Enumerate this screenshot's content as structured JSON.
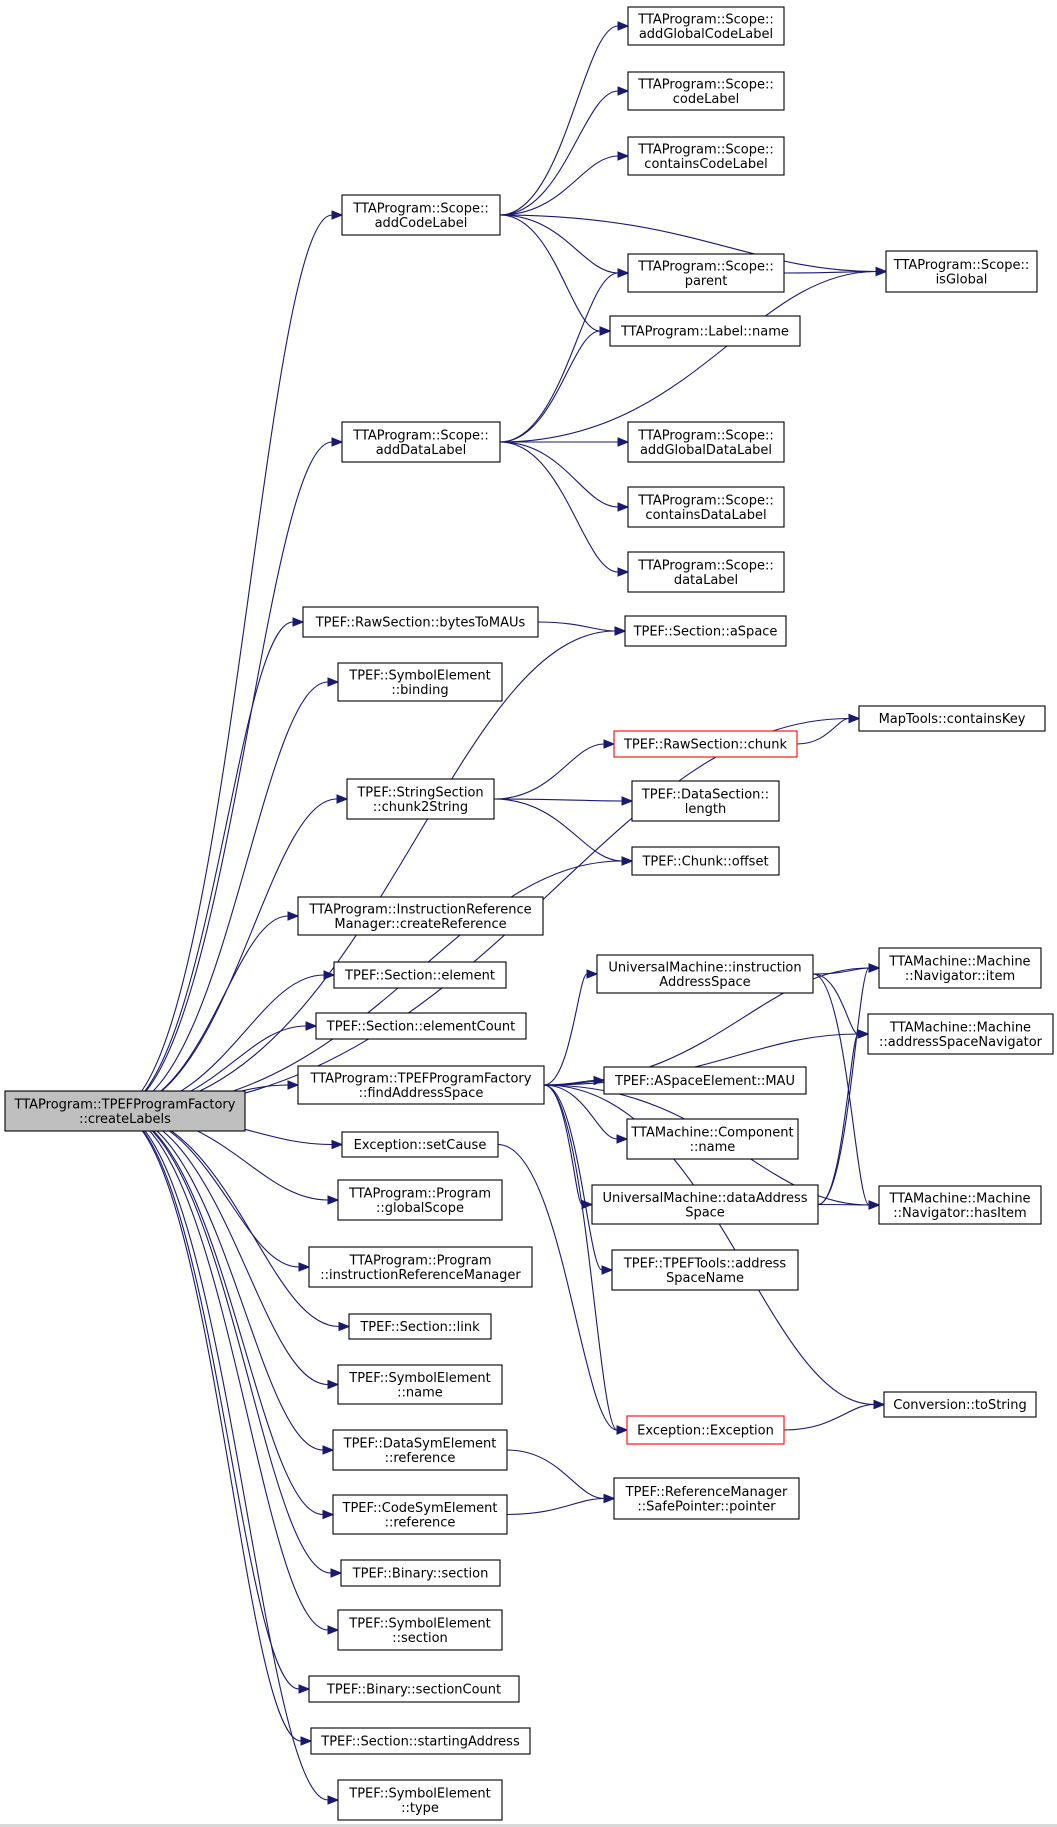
{
  "graph": {
    "title": "",
    "colors": {
      "edge": "#191970",
      "root_fill": "#bfbfbf",
      "node_border": "#000000",
      "highlight_border": "#ff0000"
    },
    "nodes": [
      {
        "id": "root",
        "lines": [
          "TTAProgram::TPEFProgramFactory",
          "::createLabels"
        ],
        "style": "root"
      },
      {
        "id": "addCodeLabel",
        "lines": [
          "TTAProgram::Scope::",
          "addCodeLabel"
        ]
      },
      {
        "id": "addGlobalCodeLabel",
        "lines": [
          "TTAProgram::Scope::",
          "addGlobalCodeLabel"
        ]
      },
      {
        "id": "codeLabel",
        "lines": [
          "TTAProgram::Scope::",
          "codeLabel"
        ]
      },
      {
        "id": "containsCodeLabel",
        "lines": [
          "TTAProgram::Scope::",
          "containsCodeLabel"
        ]
      },
      {
        "id": "parent",
        "lines": [
          "TTAProgram::Scope::",
          "parent"
        ]
      },
      {
        "id": "isGlobal",
        "lines": [
          "TTAProgram::Scope::",
          "isGlobal"
        ]
      },
      {
        "id": "labelName",
        "lines": [
          "TTAProgram::Label::name"
        ]
      },
      {
        "id": "addDataLabel",
        "lines": [
          "TTAProgram::Scope::",
          "addDataLabel"
        ]
      },
      {
        "id": "addGlobalDataLabel",
        "lines": [
          "TTAProgram::Scope::",
          "addGlobalDataLabel"
        ]
      },
      {
        "id": "containsDataLabel",
        "lines": [
          "TTAProgram::Scope::",
          "containsDataLabel"
        ]
      },
      {
        "id": "dataLabel",
        "lines": [
          "TTAProgram::Scope::",
          "dataLabel"
        ]
      },
      {
        "id": "bytesToMAUs",
        "lines": [
          "TPEF::RawSection::bytesToMAUs"
        ]
      },
      {
        "id": "aSpace",
        "lines": [
          "TPEF::Section::aSpace"
        ]
      },
      {
        "id": "binding",
        "lines": [
          "TPEF::SymbolElement",
          "::binding"
        ]
      },
      {
        "id": "containsKey",
        "lines": [
          "MapTools::containsKey"
        ]
      },
      {
        "id": "chunk",
        "lines": [
          "TPEF::RawSection::chunk"
        ],
        "style": "red"
      },
      {
        "id": "chunk2String",
        "lines": [
          "TPEF::StringSection",
          "::chunk2String"
        ]
      },
      {
        "id": "length",
        "lines": [
          "TPEF::DataSection::",
          "length"
        ]
      },
      {
        "id": "offset",
        "lines": [
          "TPEF::Chunk::offset"
        ]
      },
      {
        "id": "createReference",
        "lines": [
          "TTAProgram::InstructionReference",
          "Manager::createReference"
        ]
      },
      {
        "id": "element",
        "lines": [
          "TPEF::Section::element"
        ]
      },
      {
        "id": "elementCount",
        "lines": [
          "TPEF::Section::elementCount"
        ]
      },
      {
        "id": "instrAS",
        "lines": [
          "UniversalMachine::instruction",
          "AddressSpace"
        ]
      },
      {
        "id": "navItem",
        "lines": [
          "TTAMachine::Machine",
          "::Navigator::item"
        ]
      },
      {
        "id": "asNav",
        "lines": [
          "TTAMachine::Machine",
          "::addressSpaceNavigator"
        ]
      },
      {
        "id": "findAS",
        "lines": [
          "TTAProgram::TPEFProgramFactory",
          "::findAddressSpace"
        ]
      },
      {
        "id": "mau",
        "lines": [
          "TPEF::ASpaceElement::MAU"
        ]
      },
      {
        "id": "compName",
        "lines": [
          "TTAMachine::Component",
          "::name"
        ]
      },
      {
        "id": "setCause",
        "lines": [
          "Exception::setCause"
        ]
      },
      {
        "id": "dataAS",
        "lines": [
          "UniversalMachine::dataAddress",
          "Space"
        ]
      },
      {
        "id": "hasItem",
        "lines": [
          "TTAMachine::Machine",
          "::Navigator::hasItem"
        ]
      },
      {
        "id": "globalScope",
        "lines": [
          "TTAProgram::Program",
          "::globalScope"
        ]
      },
      {
        "id": "asName",
        "lines": [
          "TPEF::TPEFTools::address",
          "SpaceName"
        ]
      },
      {
        "id": "irm",
        "lines": [
          "TTAProgram::Program",
          "::instructionReferenceManager"
        ]
      },
      {
        "id": "link",
        "lines": [
          "TPEF::Section::link"
        ]
      },
      {
        "id": "seName",
        "lines": [
          "TPEF::SymbolElement",
          "::name"
        ]
      },
      {
        "id": "toString",
        "lines": [
          "Conversion::toString"
        ]
      },
      {
        "id": "exception",
        "lines": [
          "Exception::Exception"
        ],
        "style": "red"
      },
      {
        "id": "dseRef",
        "lines": [
          "TPEF::DataSymElement",
          "::reference"
        ]
      },
      {
        "id": "pointer",
        "lines": [
          "TPEF::ReferenceManager",
          "::SafePointer::pointer"
        ]
      },
      {
        "id": "cseRef",
        "lines": [
          "TPEF::CodeSymElement",
          "::reference"
        ]
      },
      {
        "id": "binSection",
        "lines": [
          "TPEF::Binary::section"
        ]
      },
      {
        "id": "seSection",
        "lines": [
          "TPEF::SymbolElement",
          "::section"
        ]
      },
      {
        "id": "sectionCount",
        "lines": [
          "TPEF::Binary::sectionCount"
        ]
      },
      {
        "id": "startingAddress",
        "lines": [
          "TPEF::Section::startingAddress"
        ]
      },
      {
        "id": "seType",
        "lines": [
          "TPEF::SymbolElement",
          "::type"
        ]
      }
    ],
    "edges": [
      [
        "root",
        "addCodeLabel"
      ],
      [
        "root",
        "addDataLabel"
      ],
      [
        "root",
        "bytesToMAUs"
      ],
      [
        "root",
        "aSpace"
      ],
      [
        "root",
        "binding"
      ],
      [
        "root",
        "containsKey"
      ],
      [
        "root",
        "chunk2String"
      ],
      [
        "root",
        "offset"
      ],
      [
        "root",
        "createReference"
      ],
      [
        "root",
        "element"
      ],
      [
        "root",
        "elementCount"
      ],
      [
        "root",
        "findAS"
      ],
      [
        "root",
        "setCause"
      ],
      [
        "root",
        "globalScope"
      ],
      [
        "root",
        "irm"
      ],
      [
        "root",
        "link"
      ],
      [
        "root",
        "seName"
      ],
      [
        "root",
        "dseRef"
      ],
      [
        "root",
        "cseRef"
      ],
      [
        "root",
        "binSection"
      ],
      [
        "root",
        "seSection"
      ],
      [
        "root",
        "sectionCount"
      ],
      [
        "root",
        "startingAddress"
      ],
      [
        "root",
        "seType"
      ],
      [
        "addCodeLabel",
        "addGlobalCodeLabel"
      ],
      [
        "addCodeLabel",
        "codeLabel"
      ],
      [
        "addCodeLabel",
        "containsCodeLabel"
      ],
      [
        "addCodeLabel",
        "isGlobal"
      ],
      [
        "addCodeLabel",
        "parent"
      ],
      [
        "addCodeLabel",
        "labelName"
      ],
      [
        "parent",
        "isGlobal"
      ],
      [
        "addDataLabel",
        "parent"
      ],
      [
        "addDataLabel",
        "labelName"
      ],
      [
        "addDataLabel",
        "isGlobal"
      ],
      [
        "addDataLabel",
        "addGlobalDataLabel"
      ],
      [
        "addDataLabel",
        "containsDataLabel"
      ],
      [
        "addDataLabel",
        "dataLabel"
      ],
      [
        "bytesToMAUs",
        "aSpace"
      ],
      [
        "chunk",
        "containsKey"
      ],
      [
        "chunk2String",
        "chunk"
      ],
      [
        "chunk2String",
        "length"
      ],
      [
        "chunk2String",
        "offset"
      ],
      [
        "findAS",
        "navItem"
      ],
      [
        "findAS",
        "instrAS"
      ],
      [
        "findAS",
        "asNav"
      ],
      [
        "findAS",
        "mau"
      ],
      [
        "findAS",
        "compName"
      ],
      [
        "findAS",
        "dataAS"
      ],
      [
        "findAS",
        "hasItem"
      ],
      [
        "findAS",
        "asName"
      ],
      [
        "findAS",
        "toString"
      ],
      [
        "findAS",
        "exception"
      ],
      [
        "instrAS",
        "navItem"
      ],
      [
        "instrAS",
        "asNav"
      ],
      [
        "instrAS",
        "hasItem"
      ],
      [
        "dataAS",
        "navItem"
      ],
      [
        "dataAS",
        "asNav"
      ],
      [
        "dataAS",
        "hasItem"
      ],
      [
        "setCause",
        "exception"
      ],
      [
        "exception",
        "toString"
      ],
      [
        "dseRef",
        "pointer"
      ],
      [
        "cseRef",
        "pointer"
      ]
    ]
  }
}
